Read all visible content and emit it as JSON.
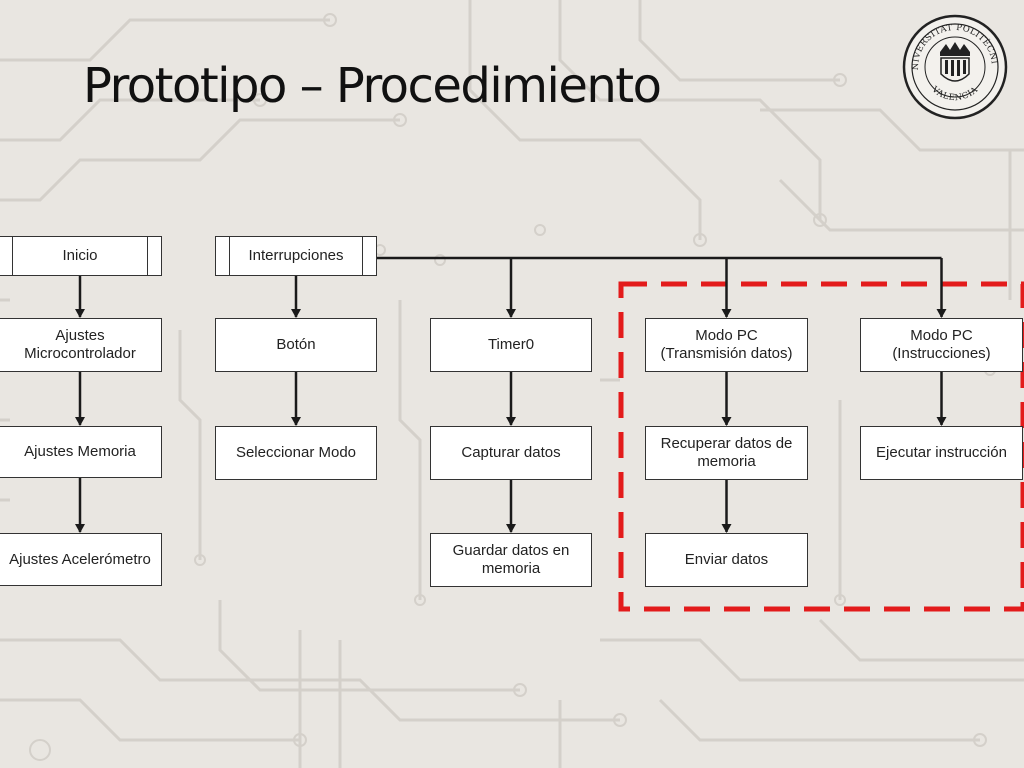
{
  "slide": {
    "title": "Prototipo – Procedimiento",
    "logo": {
      "name": "universitat-politecnica-valencia-seal",
      "ring_text": "UNIVERSITAT POLITÈCNICA",
      "bottom_text": "VALENCIA"
    }
  },
  "colors": {
    "background": "#e9e6e1",
    "circuit": "#d4d0ca",
    "box_fill": "#ffffff",
    "box_border": "#333333",
    "arrow": "#1a1a1a",
    "highlight_dash": "#e31b1b"
  },
  "diagram": {
    "nodes": [
      {
        "id": "inicio",
        "label": "Inicio"
      },
      {
        "id": "ajustes-micro",
        "label": "Ajustes\nMicrocontrolador"
      },
      {
        "id": "ajustes-memoria",
        "label": "Ajustes Memoria"
      },
      {
        "id": "ajustes-acelerometro",
        "label": "Ajustes Acelerómetro"
      },
      {
        "id": "interrupciones",
        "label": "Interrupciones"
      },
      {
        "id": "boton",
        "label": "Botón"
      },
      {
        "id": "seleccionar-modo",
        "label": "Seleccionar Modo"
      },
      {
        "id": "timer0",
        "label": "Timer0"
      },
      {
        "id": "capturar-datos",
        "label": "Capturar datos"
      },
      {
        "id": "guardar-datos",
        "label": "Guardar datos en\nmemoria"
      },
      {
        "id": "modo-pc-transmision",
        "label": "Modo PC\n(Transmisión datos)"
      },
      {
        "id": "recuperar-datos",
        "label": "Recuperar datos de\nmemoria"
      },
      {
        "id": "enviar-datos",
        "label": "Enviar datos"
      },
      {
        "id": "modo-pc-instrucciones",
        "label": "Modo PC\n(Instrucciones)"
      },
      {
        "id": "ejecutar-instruccion",
        "label": "Ejecutar instrucción"
      }
    ],
    "edges": [
      {
        "from": "inicio",
        "to": "ajustes-micro"
      },
      {
        "from": "ajustes-micro",
        "to": "ajustes-memoria"
      },
      {
        "from": "ajustes-memoria",
        "to": "ajustes-acelerometro"
      },
      {
        "from": "interrupciones",
        "to": "boton"
      },
      {
        "from": "boton",
        "to": "seleccionar-modo"
      },
      {
        "from": "interrupciones",
        "to": "timer0"
      },
      {
        "from": "timer0",
        "to": "capturar-datos"
      },
      {
        "from": "capturar-datos",
        "to": "guardar-datos"
      },
      {
        "from": "interrupciones",
        "to": "modo-pc-transmision"
      },
      {
        "from": "modo-pc-transmision",
        "to": "recuperar-datos"
      },
      {
        "from": "recuperar-datos",
        "to": "enviar-datos"
      },
      {
        "from": "interrupciones",
        "to": "modo-pc-instrucciones"
      },
      {
        "from": "modo-pc-instrucciones",
        "to": "ejecutar-instruccion"
      }
    ],
    "highlight_group": [
      "modo-pc-transmision",
      "recuperar-datos",
      "enviar-datos",
      "modo-pc-instrucciones",
      "ejecutar-instruccion"
    ]
  }
}
